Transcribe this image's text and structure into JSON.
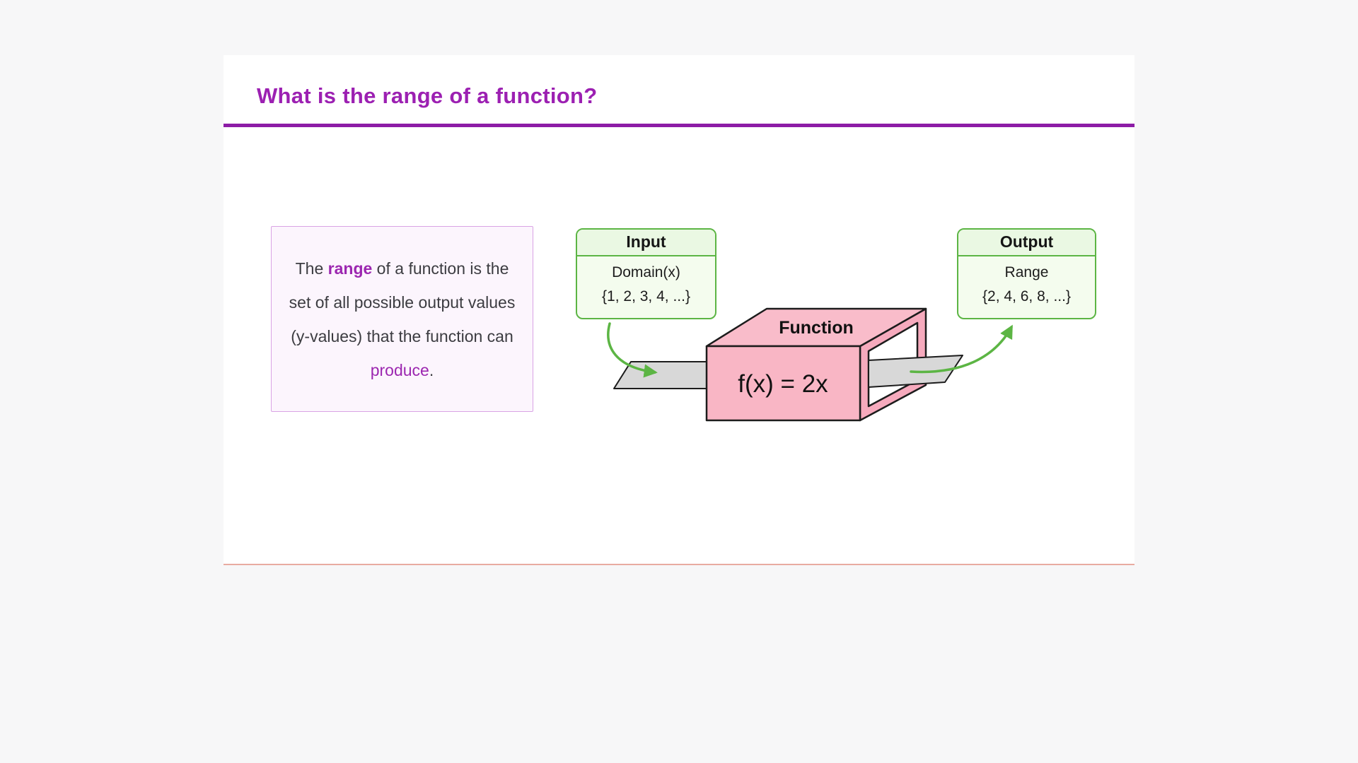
{
  "page": {
    "title": "What is the range of a function?"
  },
  "definition": {
    "part1": "The ",
    "range_word": "range",
    "part2": " of a function is the set of all possible output values (y-values) that the function can ",
    "produce_word": "produce",
    "part3": "."
  },
  "input_box": {
    "header": "Input",
    "line1": "Domain(x)",
    "line2": "{1, 2, 3, 4, ...}"
  },
  "output_box": {
    "header": "Output",
    "line1": "Range",
    "line2": "{2, 4, 6, 8, ...}"
  },
  "machine": {
    "label": "Function",
    "formula": "f(x) = 2x"
  },
  "colors": {
    "accent_purple": "#9c27b0",
    "divider_purple": "#8d1ca6",
    "box_green": "#5cb544",
    "machine_pink": "#f9b6c5",
    "ribbon_gray": "#d8d8d8",
    "card_bottom_line": "#e8aba1"
  }
}
